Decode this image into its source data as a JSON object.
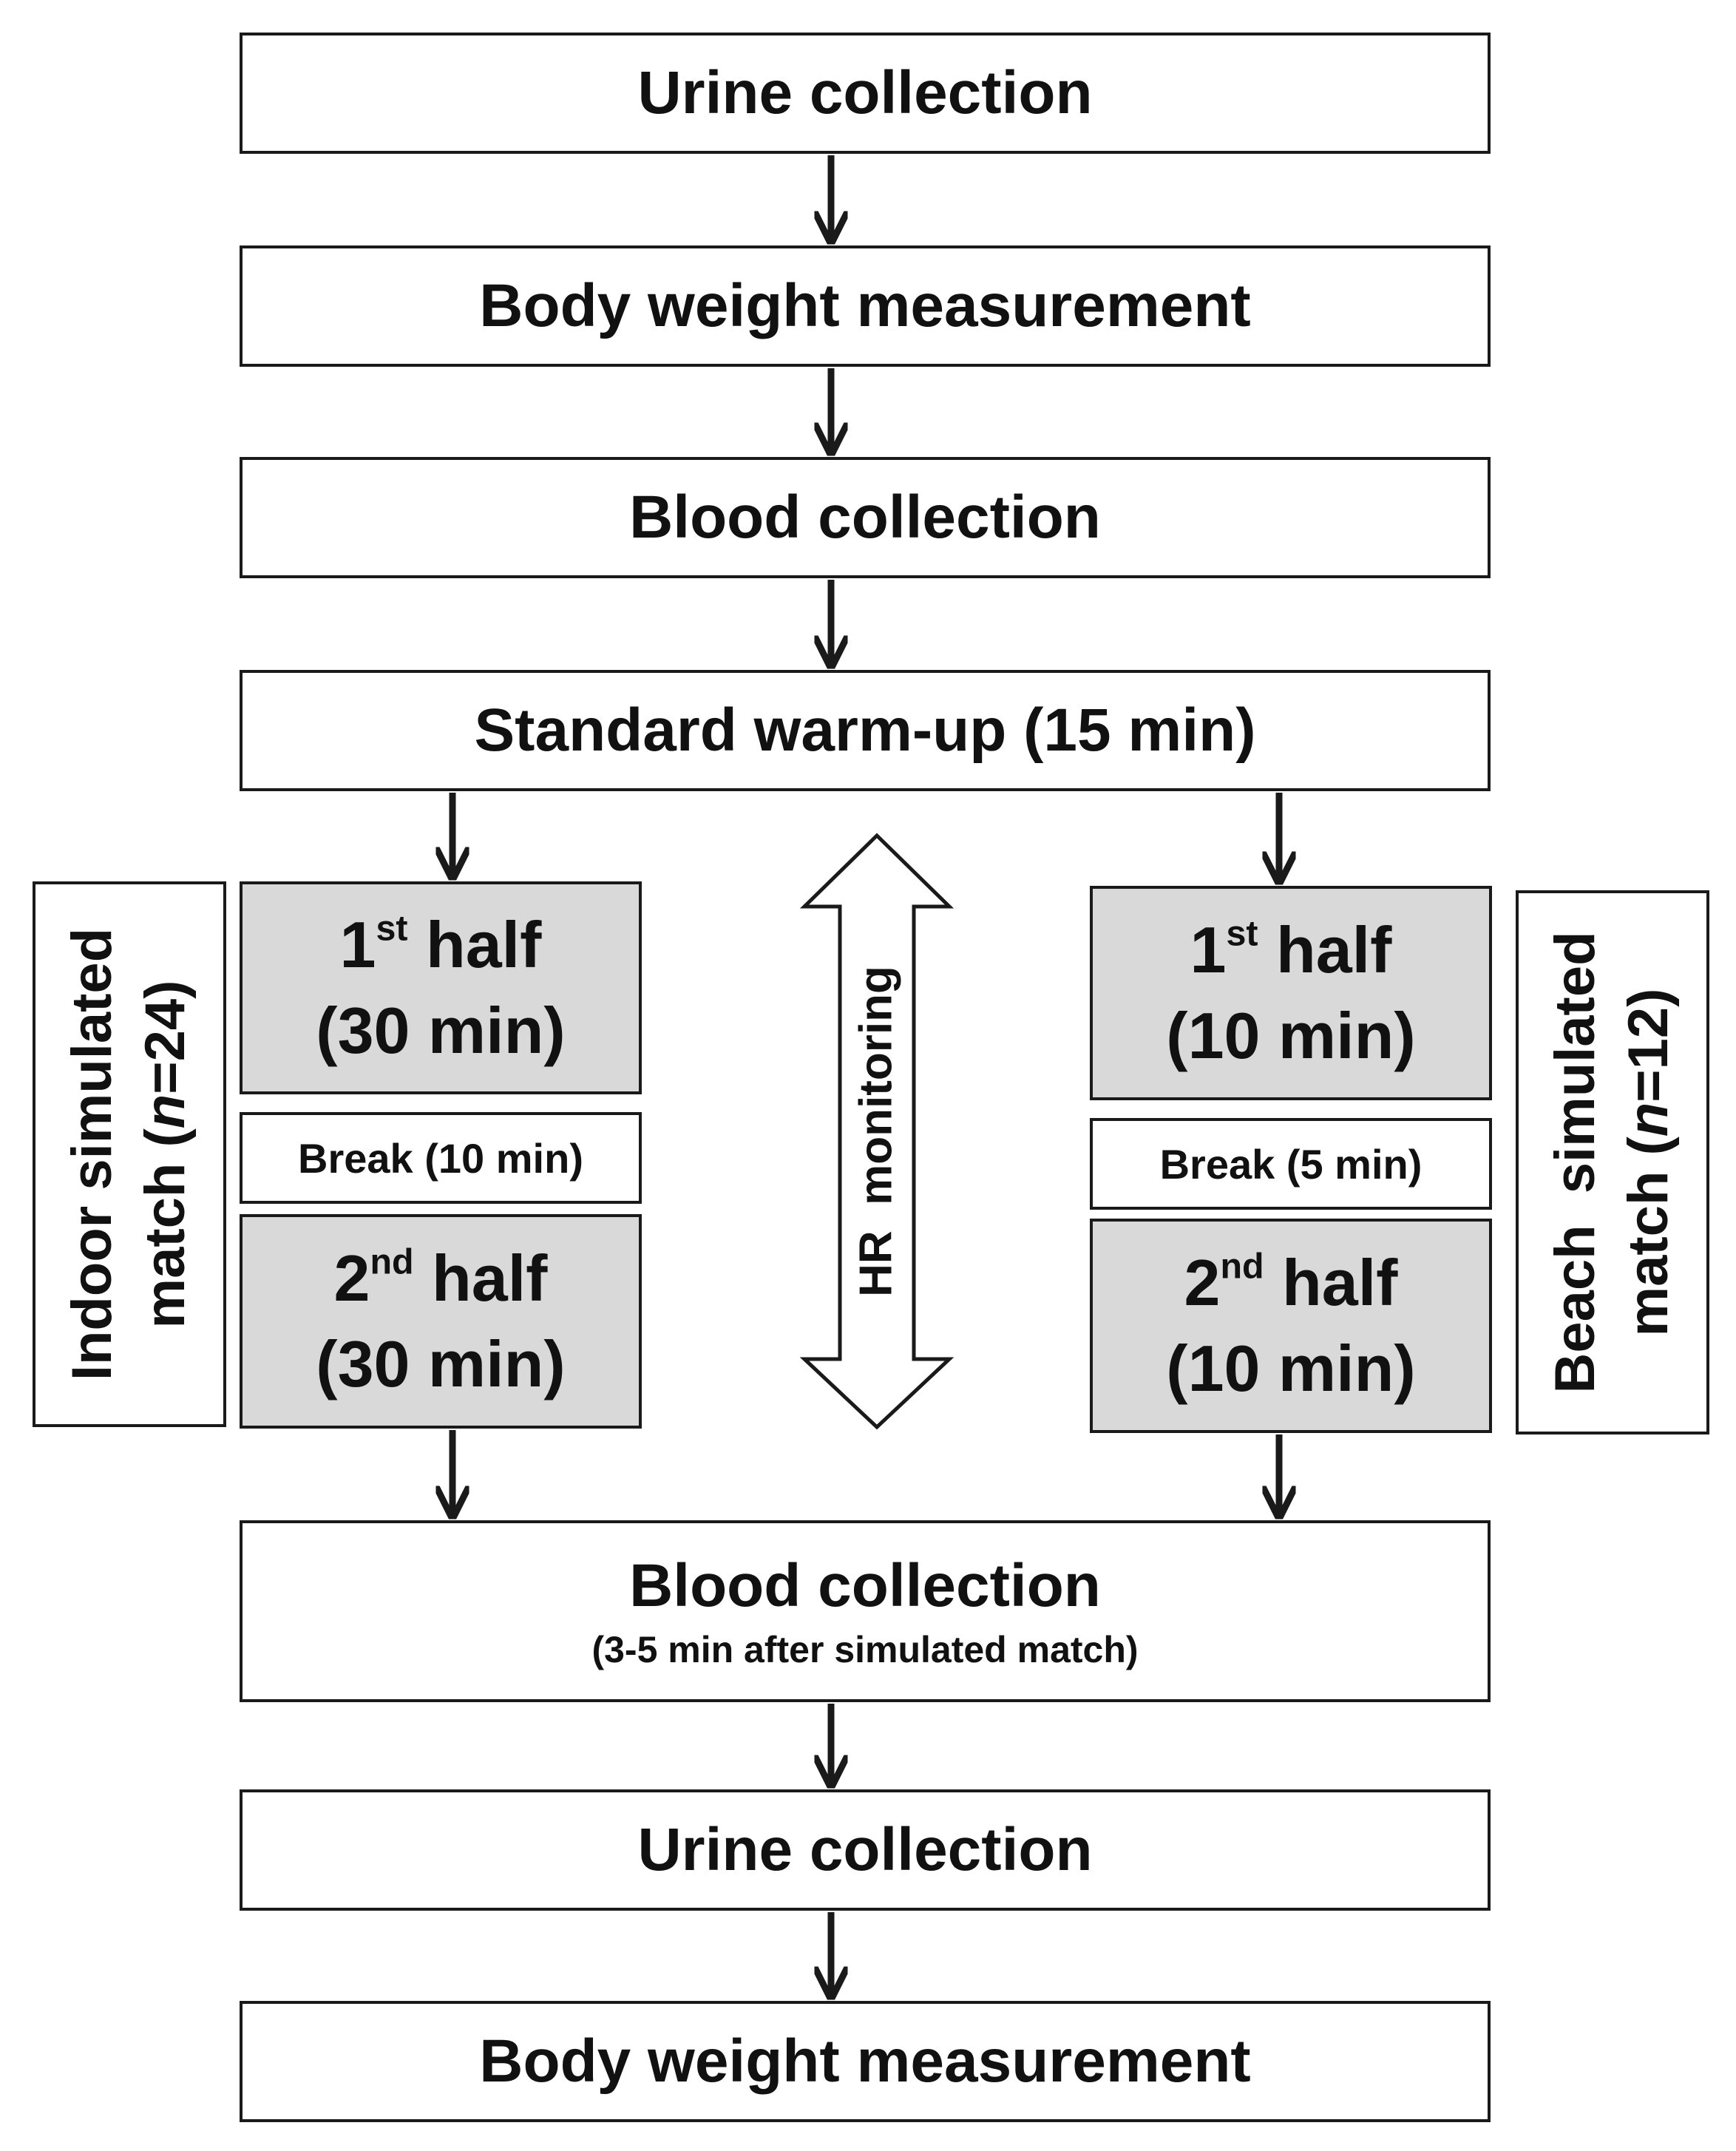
{
  "steps": {
    "urine_pre": "Urine collection",
    "weight_pre": "Body weight measurement",
    "blood_pre": "Blood collection",
    "warmup": "Standard warm-up (15 min)",
    "blood_post": "Blood collection",
    "blood_post_note": "(3-5 min after simulated match)",
    "urine_post": "Urine collection",
    "weight_post": "Body weight measurement"
  },
  "indoor": {
    "label_line1": "Indoor simulated",
    "label_line2_pre": "match (",
    "label_n": "n",
    "label_line2_post": "=24)",
    "first_half_num": "1",
    "first_half_sup": "st",
    "first_half_word": " half",
    "first_half_dur": "(30 min)",
    "break": "Break (10 min)",
    "second_half_num": "2",
    "second_half_sup": "nd",
    "second_half_word": " half",
    "second_half_dur": "(30 min)"
  },
  "beach": {
    "label_line1": "Beach  simulated",
    "label_line2_pre": "match (",
    "label_n": "n",
    "label_line2_post": "=12)",
    "first_half_num": "1",
    "first_half_sup": "st",
    "first_half_word": " half",
    "first_half_dur": "(10 min)",
    "break": "Break (5 min)",
    "second_half_num": "2",
    "second_half_sup": "nd",
    "second_half_word": " half",
    "second_half_dur": "(10 min)"
  },
  "monitoring": "HR  monitoring"
}
